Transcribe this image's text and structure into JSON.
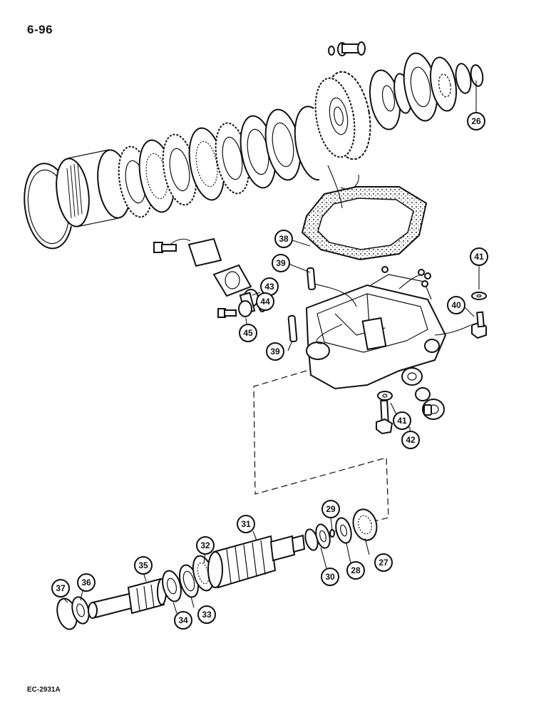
{
  "page_number": "6-96",
  "figure_code": "EC-2931A",
  "callouts": [
    {
      "id": "c26",
      "label": "26"
    },
    {
      "id": "c27",
      "label": "27"
    },
    {
      "id": "c28",
      "label": "28"
    },
    {
      "id": "c29",
      "label": "29"
    },
    {
      "id": "c30",
      "label": "30"
    },
    {
      "id": "c31",
      "label": "31"
    },
    {
      "id": "c32",
      "label": "32"
    },
    {
      "id": "c33",
      "label": "33"
    },
    {
      "id": "c34",
      "label": "34"
    },
    {
      "id": "c35",
      "label": "35"
    },
    {
      "id": "c36",
      "label": "36"
    },
    {
      "id": "c37",
      "label": "37"
    },
    {
      "id": "c38",
      "label": "38"
    },
    {
      "id": "c39a",
      "label": "39"
    },
    {
      "id": "c39b",
      "label": "39"
    },
    {
      "id": "c40",
      "label": "40"
    },
    {
      "id": "c41a",
      "label": "41"
    },
    {
      "id": "c41b",
      "label": "41"
    },
    {
      "id": "c42",
      "label": "42"
    },
    {
      "id": "c43",
      "label": "43"
    },
    {
      "id": "c44",
      "label": "44"
    },
    {
      "id": "c45",
      "label": "45"
    }
  ]
}
